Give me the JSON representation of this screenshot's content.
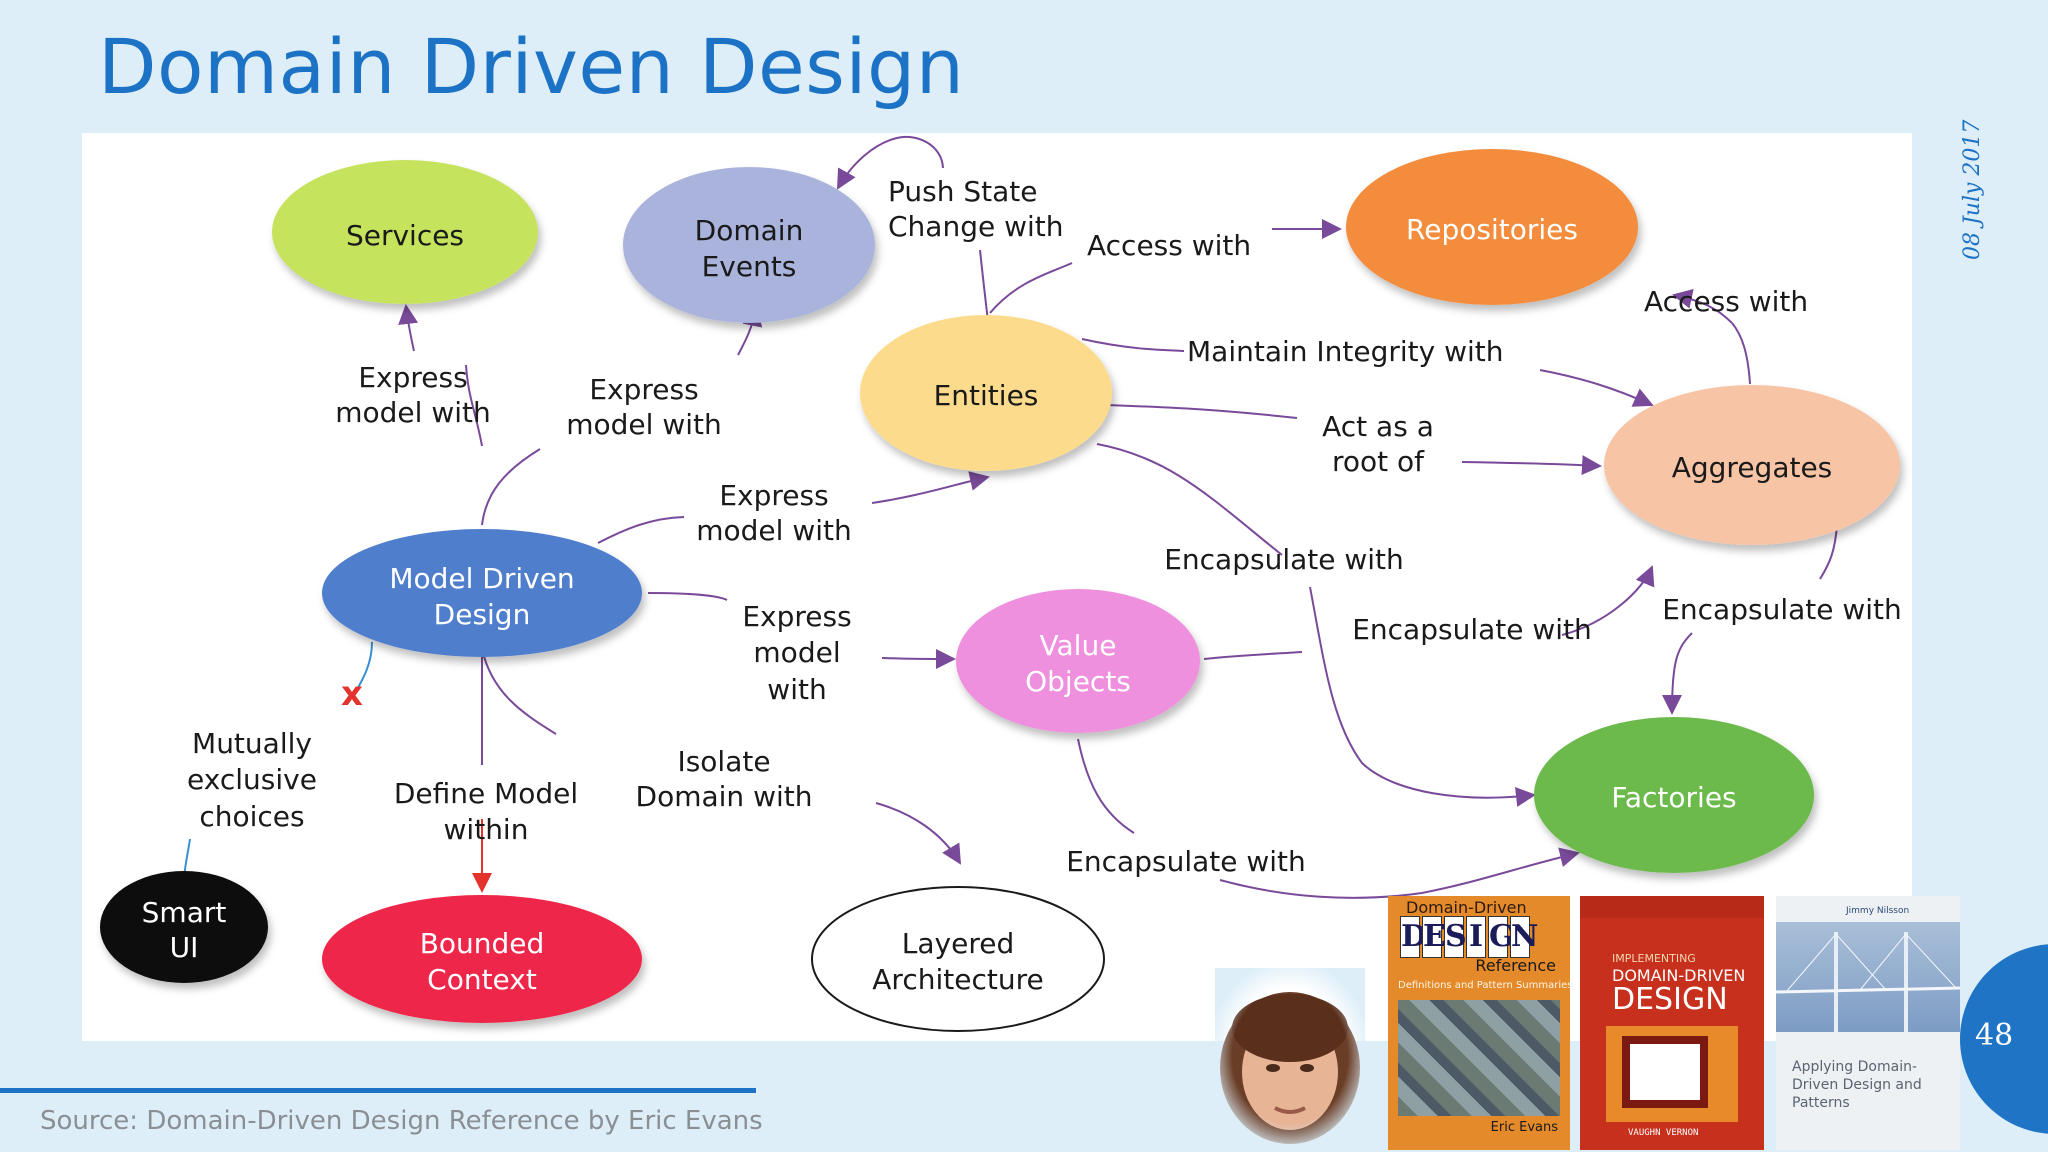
{
  "slide": {
    "title": "Domain Driven Design",
    "date": "08 July 2017",
    "source": "Source: Domain-Driven Design Reference by Eric Evans",
    "page_number": "48"
  },
  "colors": {
    "accent": "#1c72c4",
    "services": "#c5e35c",
    "domain_events": "#a9b3dc",
    "entities": "#fcdc8c",
    "repositories": "#f38c3e",
    "aggregates": "#f8c4a6",
    "model_driven_design": "#4f7ecc",
    "value_objects": "#ee90de",
    "factories": "#6cba4c",
    "smart_ui": "#0a0a0a",
    "bounded_context": "#ee2848",
    "layered_architecture": "#ffffff",
    "arrow": "#7a4a9a",
    "mutual_exclusion_mark": "#e4322c"
  },
  "diagram": {
    "nodes": {
      "services": "Services",
      "domain_events": [
        "Domain",
        "Events"
      ],
      "entities": "Entities",
      "repositories": "Repositories",
      "aggregates": "Aggregates",
      "model_driven_design": [
        "Model Driven",
        "Design"
      ],
      "value_objects": [
        "Value",
        "Objects"
      ],
      "factories": "Factories",
      "smart_ui": [
        "Smart",
        "UI"
      ],
      "bounded_context": [
        "Bounded",
        "Context"
      ],
      "layered_architecture": [
        "Layered",
        "Architecture"
      ]
    },
    "edges": {
      "push_state": [
        "Push State",
        "Change with"
      ],
      "access_entities_repos": "Access with",
      "access_aggregates_repos": "Access with",
      "maintain_integrity": "Maintain Integrity with",
      "act_as_root": [
        "Act as a",
        "root of"
      ],
      "express_services": [
        "Express",
        "model with"
      ],
      "express_events": [
        "Express",
        "model with"
      ],
      "express_entities": [
        "Express",
        "model with"
      ],
      "express_value_objects": [
        "Express",
        "model",
        "with"
      ],
      "encapsulate_entities_factories": "Encapsulate with",
      "encapsulate_value_aggregates": "Encapsulate with",
      "encapsulate_aggregates_factories": "Encapsulate with",
      "encapsulate_value_factories": "Encapsulate with",
      "mutually_exclusive": [
        "Mutually",
        "exclusive",
        "choices"
      ],
      "define_model_within": [
        "Define Model",
        "within"
      ],
      "isolate_domain": [
        "Isolate",
        "Domain with"
      ],
      "exclusion_mark": "x"
    }
  },
  "books": {
    "book1": {
      "author": "Domain-Driven",
      "title_letters": [
        "D",
        "E",
        "S",
        "I",
        "G",
        "N"
      ],
      "subtitle": "Reference",
      "tagline": "Definitions and Pattern Summaries",
      "author_name": "Eric Evans"
    },
    "book2": {
      "kicker": "IMPLEMENTING",
      "title1": "DOMAIN-DRIVEN",
      "title2": "DESIGN",
      "author": "VAUGHN VERNON"
    },
    "book3": {
      "author": "Jimmy Nilsson",
      "title": "Applying Domain-Driven Design and Patterns"
    }
  }
}
